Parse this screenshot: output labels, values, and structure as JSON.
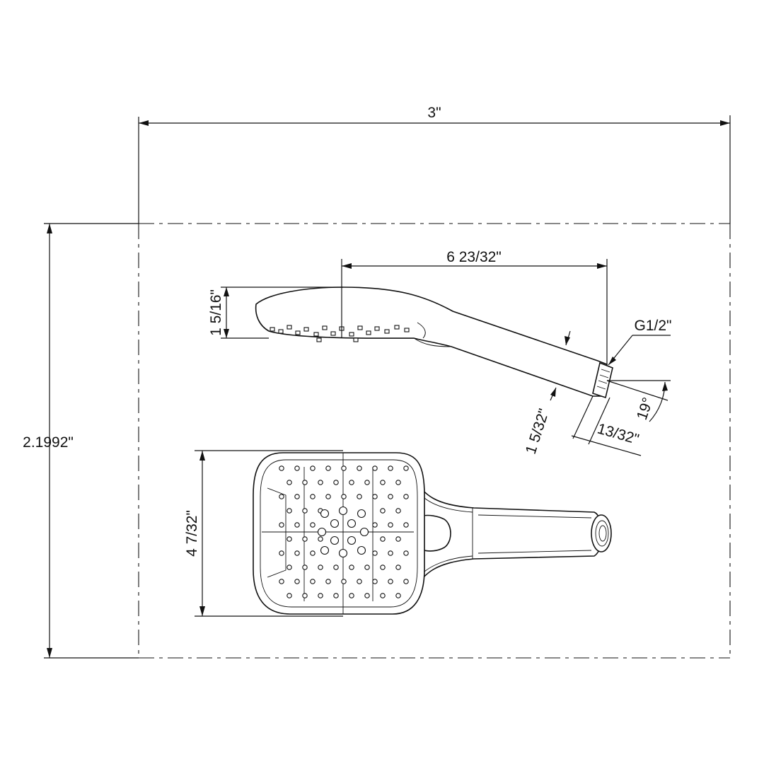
{
  "dimensions": {
    "overall_width": "3\"",
    "overall_height": "2.1992\"",
    "arm_length": "6 23/32\"",
    "head_thickness": "1 5/16\"",
    "thread": "G1/2\"",
    "angle": "19°",
    "connector_length": "13/32\"",
    "handle_diameter": "1 5/32\"",
    "head_width": "4 7/32\""
  }
}
